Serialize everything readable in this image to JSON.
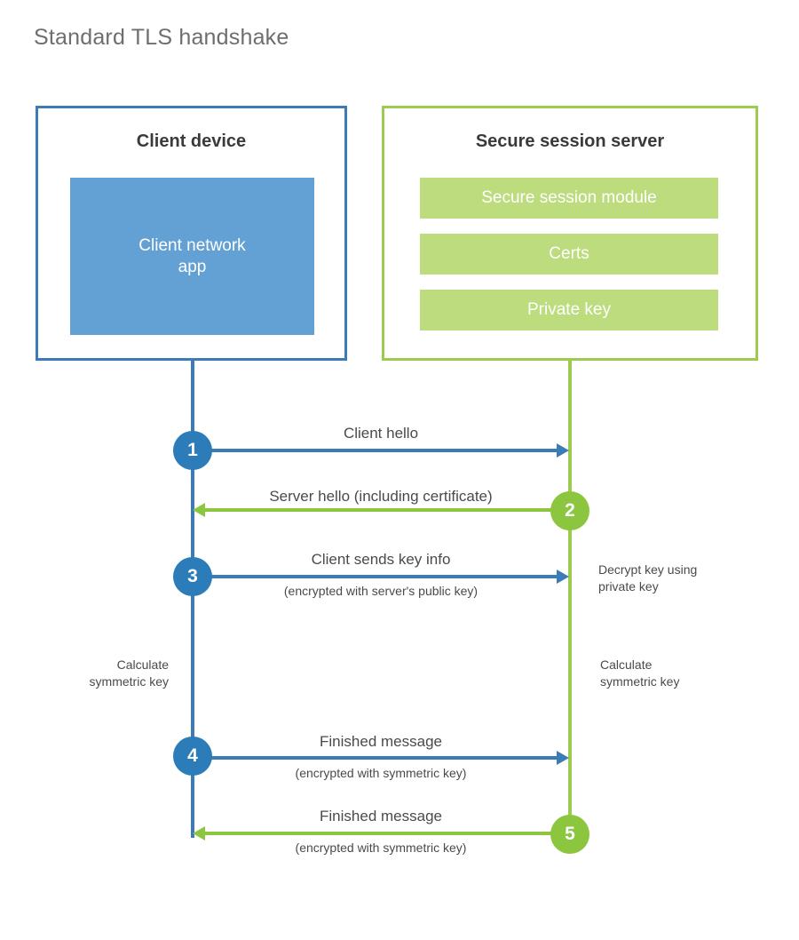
{
  "title": "Standard TLS handshake",
  "entities": {
    "client": {
      "name": "Client device",
      "app_label": "Client network\napp",
      "border_color": "#3b7cb8",
      "chip_color": "#63a0d4"
    },
    "server": {
      "name": "Secure session server",
      "border_color": "#9ccb4f",
      "chip_color": "#bcdc7e",
      "components": [
        {
          "label": "Secure session module"
        },
        {
          "label": "Certs"
        },
        {
          "label": "Private key"
        }
      ]
    }
  },
  "steps": [
    {
      "number": "1",
      "label": "Client hello",
      "sublabel": "",
      "direction": "client-to-server",
      "color": "#2b7cb8"
    },
    {
      "number": "2",
      "label": "Server hello (including certificate)",
      "sublabel": "",
      "direction": "server-to-client",
      "color": "#8cc63f"
    },
    {
      "number": "3",
      "label": "Client sends key info",
      "sublabel": "(encrypted with server's public key)",
      "direction": "client-to-server",
      "color": "#2b7cb8"
    },
    {
      "number": "4",
      "label": "Finished message",
      "sublabel": "(encrypted with symmetric key)",
      "direction": "client-to-server",
      "color": "#2b7cb8"
    },
    {
      "number": "5",
      "label": "Finished message",
      "sublabel": "(encrypted with symmetric key)",
      "direction": "server-to-client",
      "color": "#8cc63f"
    }
  ],
  "annotations": {
    "server_decrypt": "Decrypt key using\nprivate key",
    "client_calculate": "Calculate\nsymmetric key",
    "server_calculate": "Calculate\nsymmetric key"
  }
}
